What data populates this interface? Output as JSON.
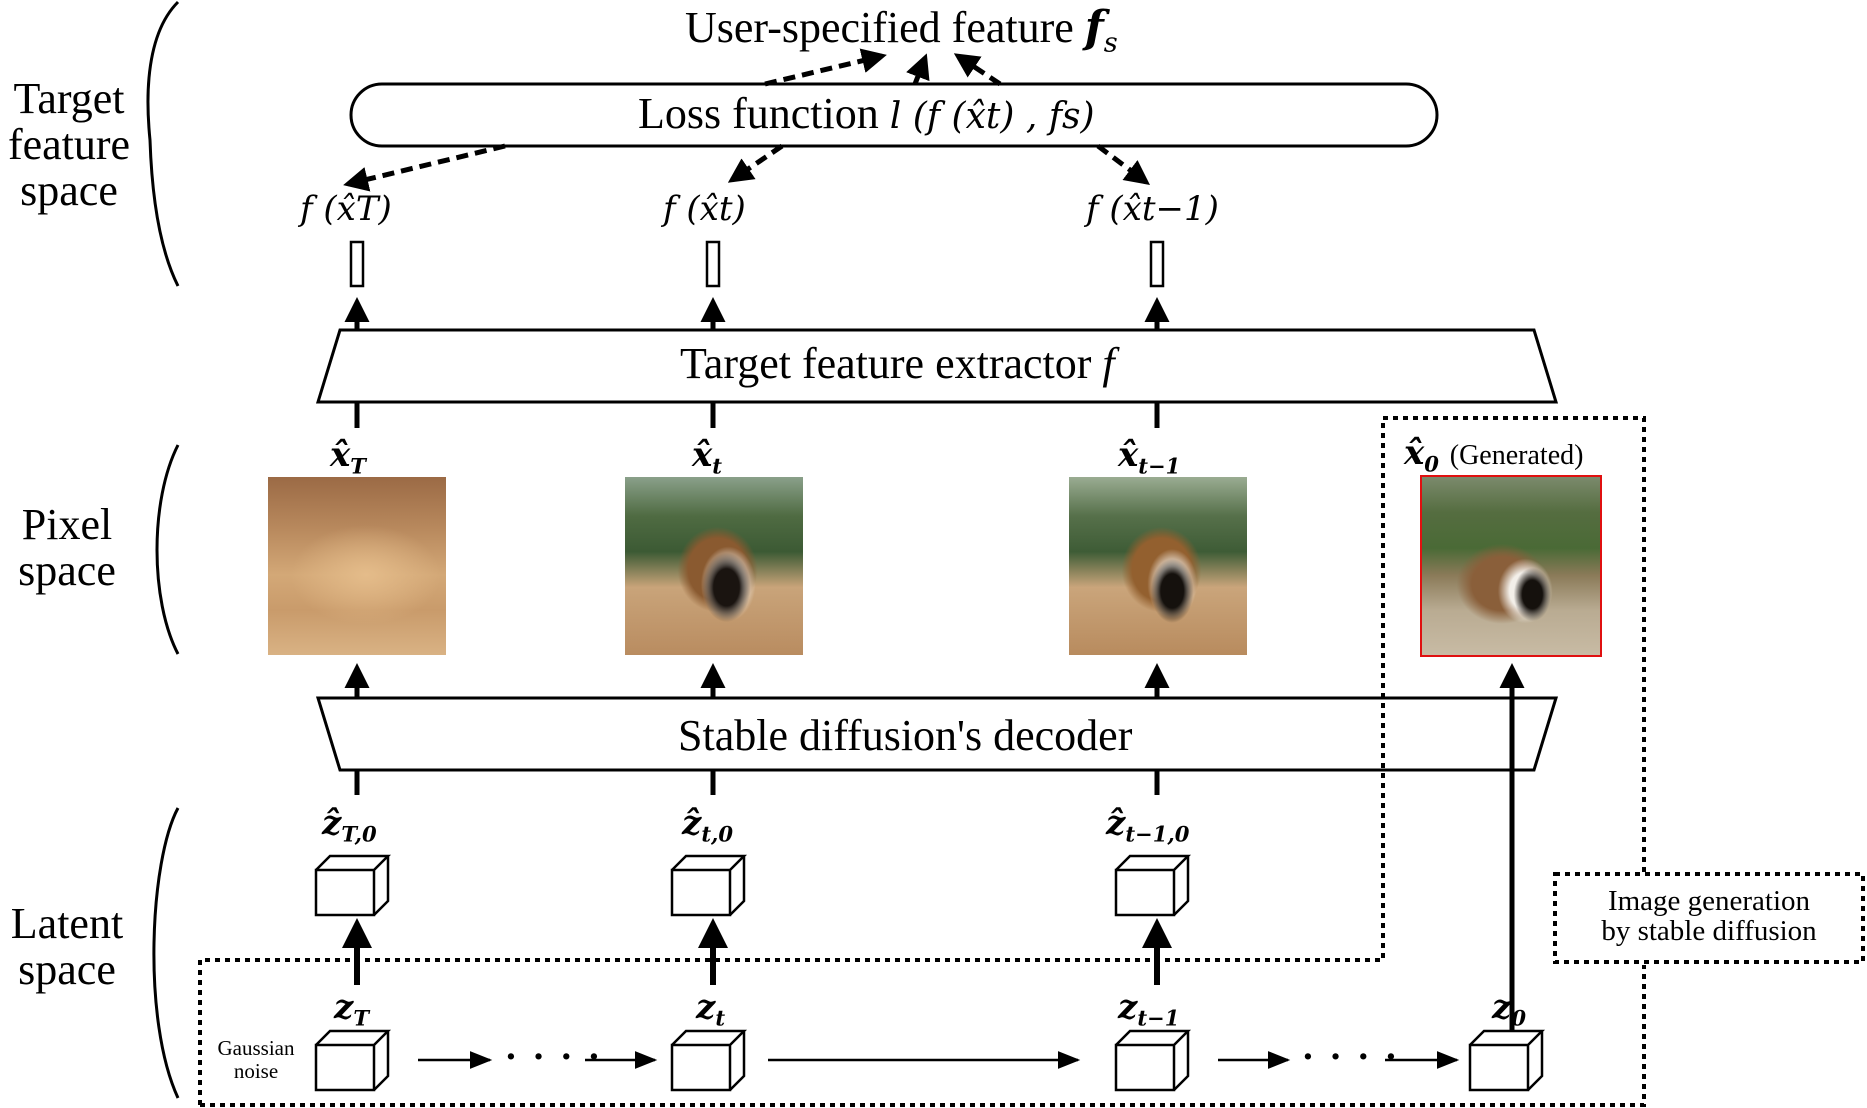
{
  "title": "User-specified feature f_s",
  "loss": "Loss function l (f (x̂_t) , f_s)",
  "extractor": "Target feature extractor f",
  "decoder": "Stable diffusion's decoder",
  "spaces": {
    "feature": [
      "Target",
      "feature",
      "space"
    ],
    "pixel": [
      "Pixel",
      "space"
    ],
    "latent": [
      "Latent",
      "space"
    ]
  },
  "feature_labels": [
    "f (x̂_T)",
    "f (x̂_t)",
    "f (x̂_{t−1})"
  ],
  "pixel_labels": [
    "x̂_T",
    "x̂_t",
    "x̂_{t−1}",
    "x̂_0"
  ],
  "generated_label": "(Generated)",
  "zhat_labels": [
    "ẑ_{T,0}",
    "ẑ_{t,0}",
    "ẑ_{t−1,0}"
  ],
  "z_labels": [
    "z_T",
    "z_t",
    "z_{t−1}",
    "z_0"
  ],
  "gaussian": [
    "Gaussian",
    "noise"
  ],
  "sd_note": [
    "Image generation",
    "by stable diffusion"
  ],
  "ellipsis": "· · · ·",
  "colors": {
    "generated_border": "#e01010",
    "ink": "#000000"
  }
}
